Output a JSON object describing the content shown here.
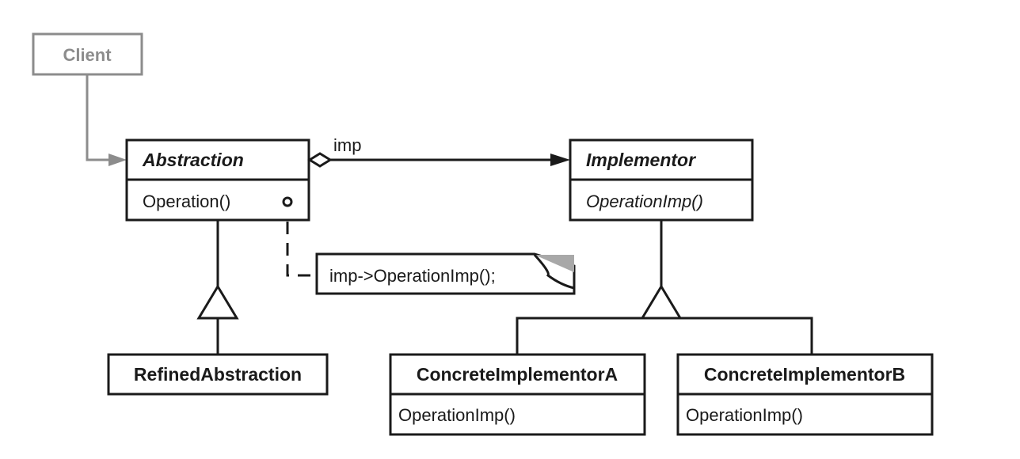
{
  "colors": {
    "line": "#1a1a1a",
    "client": "#8c8c8c",
    "note_fold": "#a8a8a8"
  },
  "client": {
    "label": "Client"
  },
  "abstraction": {
    "name": "Abstraction",
    "operation": "Operation()"
  },
  "implementor": {
    "name": "Implementor",
    "operation": "OperationImp()"
  },
  "association": {
    "role": "imp"
  },
  "note": {
    "text": "imp->OperationImp();"
  },
  "refined_abstraction": {
    "name": "RefinedAbstraction"
  },
  "concrete_a": {
    "name": "ConcreteImplementorA",
    "operation": "OperationImp()"
  },
  "concrete_b": {
    "name": "ConcreteImplementorB",
    "operation": "OperationImp()"
  }
}
